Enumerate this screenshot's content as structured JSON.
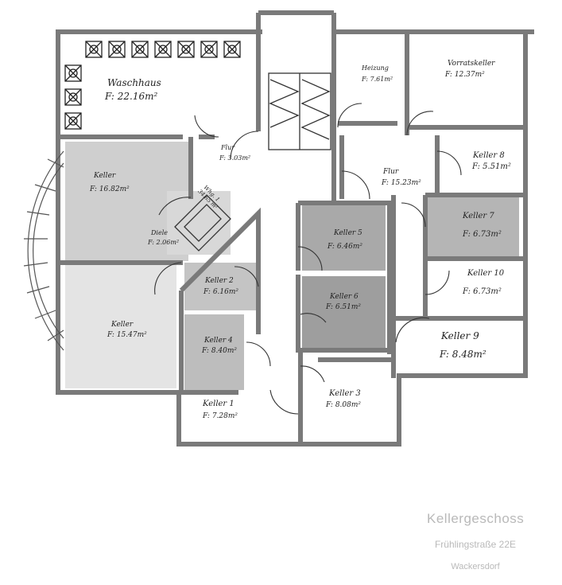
{
  "rooms": [
    {
      "id": "waschhaus",
      "name": "Waschhaus",
      "area": "F: 22.16m²"
    },
    {
      "id": "heizung",
      "name": "Heizung",
      "area": "F: 7.61m²"
    },
    {
      "id": "vorratskeller",
      "name": "Vorratskeller",
      "area": "F: 12.37m²"
    },
    {
      "id": "flur1",
      "name": "Flur",
      "area": "F: 3.03m²"
    },
    {
      "id": "keller-left-top",
      "name": "Keller",
      "area": "F: 16.82m²"
    },
    {
      "id": "whg",
      "name": "Whg. 1",
      "area": "34.65 m²"
    },
    {
      "id": "diele",
      "name": "Diele",
      "area": "F: 2.06m²"
    },
    {
      "id": "flur2",
      "name": "Flur",
      "area": "F: 15.23m²"
    },
    {
      "id": "keller8",
      "name": "Keller 8",
      "area": "F: 5.51m²"
    },
    {
      "id": "keller7",
      "name": "Keller 7",
      "area": "F: 6.73m²"
    },
    {
      "id": "keller5",
      "name": "Keller 5",
      "area": "F: 6.46m²"
    },
    {
      "id": "keller10",
      "name": "Keller 10",
      "area": "F: 6.73m²"
    },
    {
      "id": "keller2",
      "name": "Keller 2",
      "area": "F: 6.16m²"
    },
    {
      "id": "keller6",
      "name": "Keller 6",
      "area": "F: 6.51m²"
    },
    {
      "id": "keller-left-bottom",
      "name": "Keller",
      "area": "F: 15.47m²"
    },
    {
      "id": "keller4",
      "name": "Keller 4",
      "area": "F: 8.40m²"
    },
    {
      "id": "keller9",
      "name": "Keller 9",
      "area": "F: 8.48m²"
    },
    {
      "id": "keller3",
      "name": "Keller 3",
      "area": "F: 8.08m²"
    },
    {
      "id": "keller1",
      "name": "Keller 1",
      "area": "F: 7.28m²"
    }
  ],
  "caption": {
    "title": "Kellergeschoss",
    "street": "Frühlingstraße 22E",
    "town": "Wackersdorf"
  },
  "colors": {
    "wall": "#7a7a7a",
    "shade": "#c9c9c9",
    "ink": "#222222"
  }
}
